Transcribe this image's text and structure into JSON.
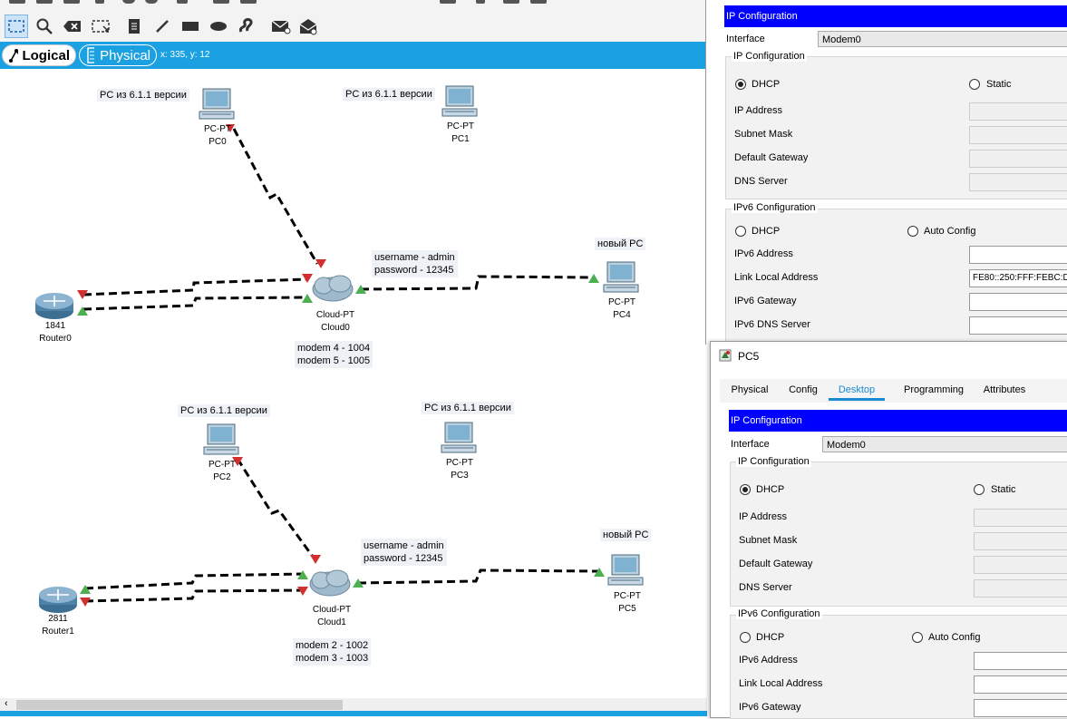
{
  "mode": {
    "logical": "Logical",
    "physical": "Physical",
    "coords": "x: 335, y: 12"
  },
  "workspace": {
    "labels": {
      "pc0_note": "PC из 6.1.1 версии",
      "pc1_note": "PC из 6.1.1 версии",
      "pc2_note": "PC из 6.1.1 версии",
      "pc3_note": "PC из 6.1.1 версии",
      "cloud0_creds_1": "username - admin",
      "cloud0_creds_2": "password - 12345",
      "cloud1_creds_1": "username - admin",
      "cloud1_creds_2": "password - 12345",
      "pc4_note": "новый PC",
      "pc5_note": "новый PC",
      "cloud0_modems_1": "modem 4 - 1004",
      "cloud0_modems_2": "modem 5 - 1005",
      "cloud1_modems_1": "modem 2 - 1002",
      "cloud1_modems_2": "modem 3 - 1003"
    },
    "devices": {
      "pc0": {
        "model": "PC-PT",
        "name": "PC0"
      },
      "pc1": {
        "model": "PC-PT",
        "name": "PC1"
      },
      "pc2": {
        "model": "PC-PT",
        "name": "PC2"
      },
      "pc3": {
        "model": "PC-PT",
        "name": "PC3"
      },
      "pc4": {
        "model": "PC-PT",
        "name": "PC4"
      },
      "pc5": {
        "model": "PC-PT",
        "name": "PC5"
      },
      "cloud0": {
        "model": "Cloud-PT",
        "name": "Cloud0"
      },
      "cloud1": {
        "model": "Cloud-PT",
        "name": "Cloud1"
      },
      "router0": {
        "model": "1841",
        "name": "Router0"
      },
      "router1": {
        "model": "2811",
        "name": "Router1"
      }
    }
  },
  "panel_top": {
    "header": "IP Configuration",
    "interface_label": "Interface",
    "interface_value": "Modem0",
    "ip_group": "IP Configuration",
    "dhcp": "DHCP",
    "static": "Static",
    "ip_address": "IP Address",
    "subnet_mask": "Subnet Mask",
    "default_gateway": "Default Gateway",
    "dns_server": "DNS Server",
    "ipv6_group": "IPv6 Configuration",
    "ipv6_dhcp": "DHCP",
    "auto_config": "Auto Config",
    "ipv6_address": "IPv6 Address",
    "link_local": "Link Local Address",
    "link_local_value": "FE80::250:FFF:FEBC:D",
    "ipv6_gateway": "IPv6 Gateway",
    "ipv6_dns": "IPv6 DNS Server"
  },
  "panel_bottom": {
    "title": "PC5",
    "tabs": [
      "Physical",
      "Config",
      "Desktop",
      "Programming",
      "Attributes"
    ],
    "header": "IP Configuration",
    "interface_label": "Interface",
    "interface_value": "Modem0",
    "ip_group": "IP Configuration",
    "dhcp": "DHCP",
    "static": "Static",
    "ip_address": "IP Address",
    "subnet_mask": "Subnet Mask",
    "default_gateway": "Default Gateway",
    "dns_server": "DNS Server",
    "ipv6_group": "IPv6 Configuration",
    "ipv6_dhcp": "DHCP",
    "auto_config": "Auto Config",
    "ipv6_address": "IPv6 Address",
    "link_local": "Link Local Address",
    "ipv6_gateway": "IPv6 Gateway"
  },
  "colors": {
    "accent": "#1ba1e2",
    "config_header": "#0000ff",
    "link_up": "#4caf50",
    "link_down": "#d32f2f"
  },
  "icons": [
    "select-icon",
    "search-icon",
    "delete-icon",
    "resize-icon",
    "note-icon",
    "line-icon",
    "rectangle-icon",
    "ellipse-icon",
    "freeform-icon",
    "simple-pdu-icon",
    "complex-pdu-icon"
  ]
}
